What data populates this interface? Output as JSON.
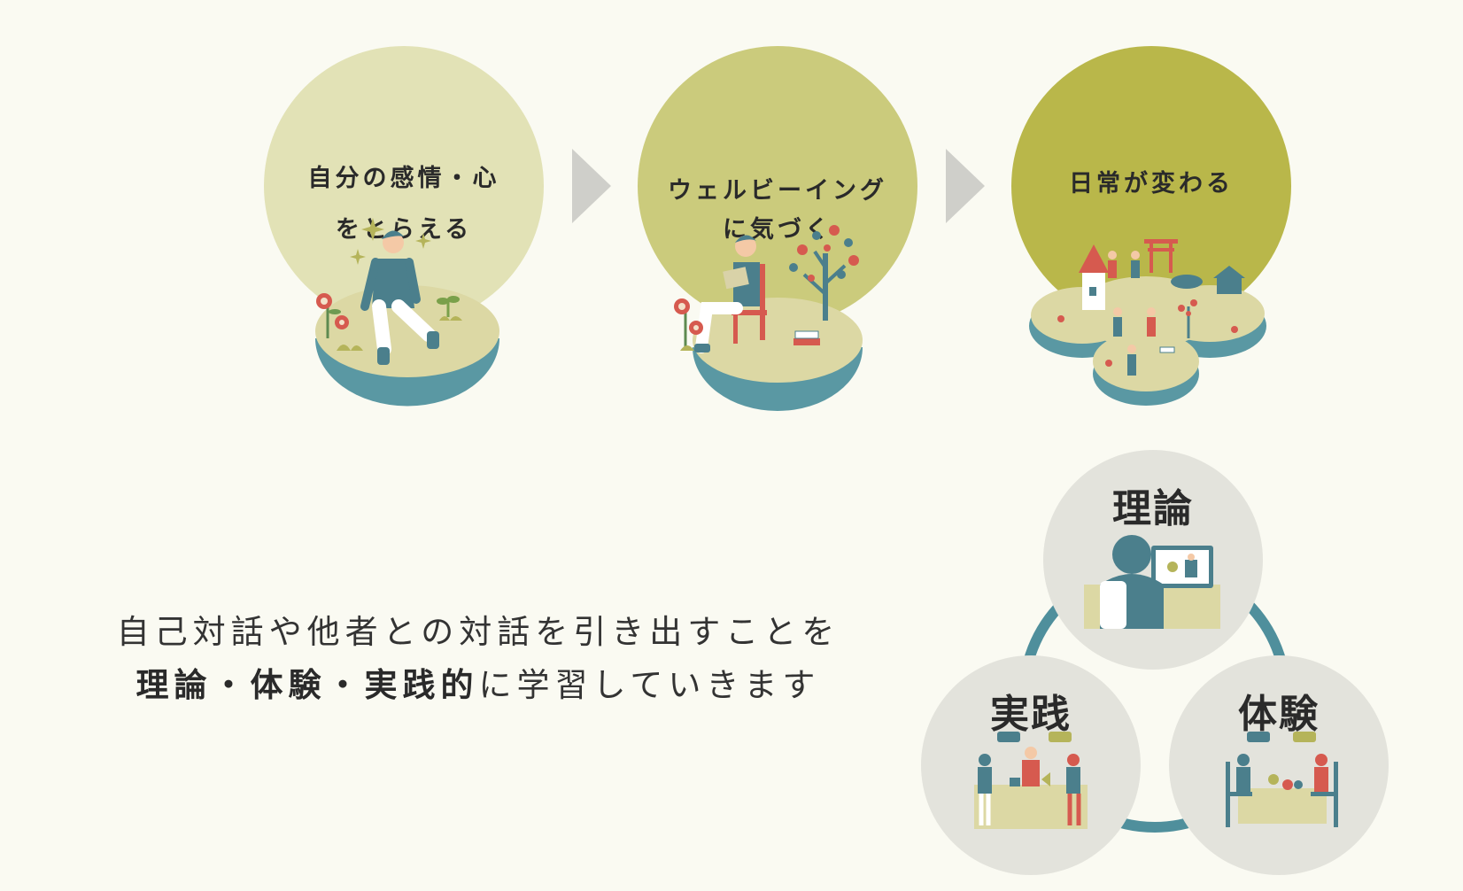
{
  "flow": {
    "step1": {
      "line1": "自分の感情・心",
      "line2": "をとらえる",
      "color": "#e2e2b6"
    },
    "step2": {
      "line1": "ウェルビーイング",
      "line2": "に気づく",
      "color": "#cbcb7c"
    },
    "step3": {
      "line1": "日常が変わる",
      "color": "#b9b74a"
    }
  },
  "caption": {
    "line1": "自己対話や他者との対話を引き出すことを",
    "line2_bold": "理論・体験・実践的",
    "line2_rest": "に学習していきます"
  },
  "triad": {
    "theory": "理論",
    "experience": "体験",
    "practice": "実践",
    "ring_color": "#4f8f9c",
    "circle_color": "#e3e3dc"
  },
  "colors": {
    "background": "#fafaf2",
    "teal": "#4f8f9c",
    "red": "#d9534f",
    "ground": "#dcd8a4",
    "arrow": "#cfcfca"
  }
}
